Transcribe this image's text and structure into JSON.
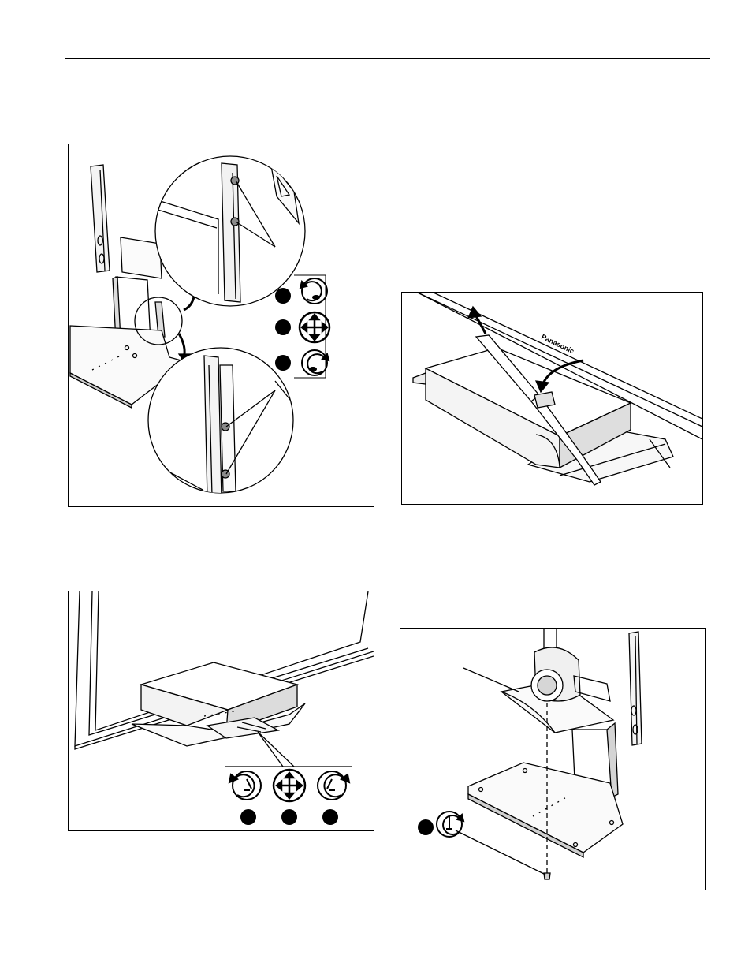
{
  "figures": [
    {
      "id": "fig1",
      "description_icons": [
        "loosen-icon",
        "adjust-icon",
        "tighten-icon"
      ]
    },
    {
      "id": "fig2",
      "brand_text": "Panasonic"
    },
    {
      "id": "fig3",
      "description_icons": [
        "loosen-wrench-icon",
        "adjust-icon",
        "tighten-wrench-icon"
      ]
    },
    {
      "id": "fig4",
      "description_icons": [
        "tighten-screw-icon"
      ]
    }
  ],
  "colors": {
    "line": "#000000",
    "background": "#ffffff",
    "fill_light": "#f2f2f2",
    "fill_dark": "#bdbdbd"
  }
}
